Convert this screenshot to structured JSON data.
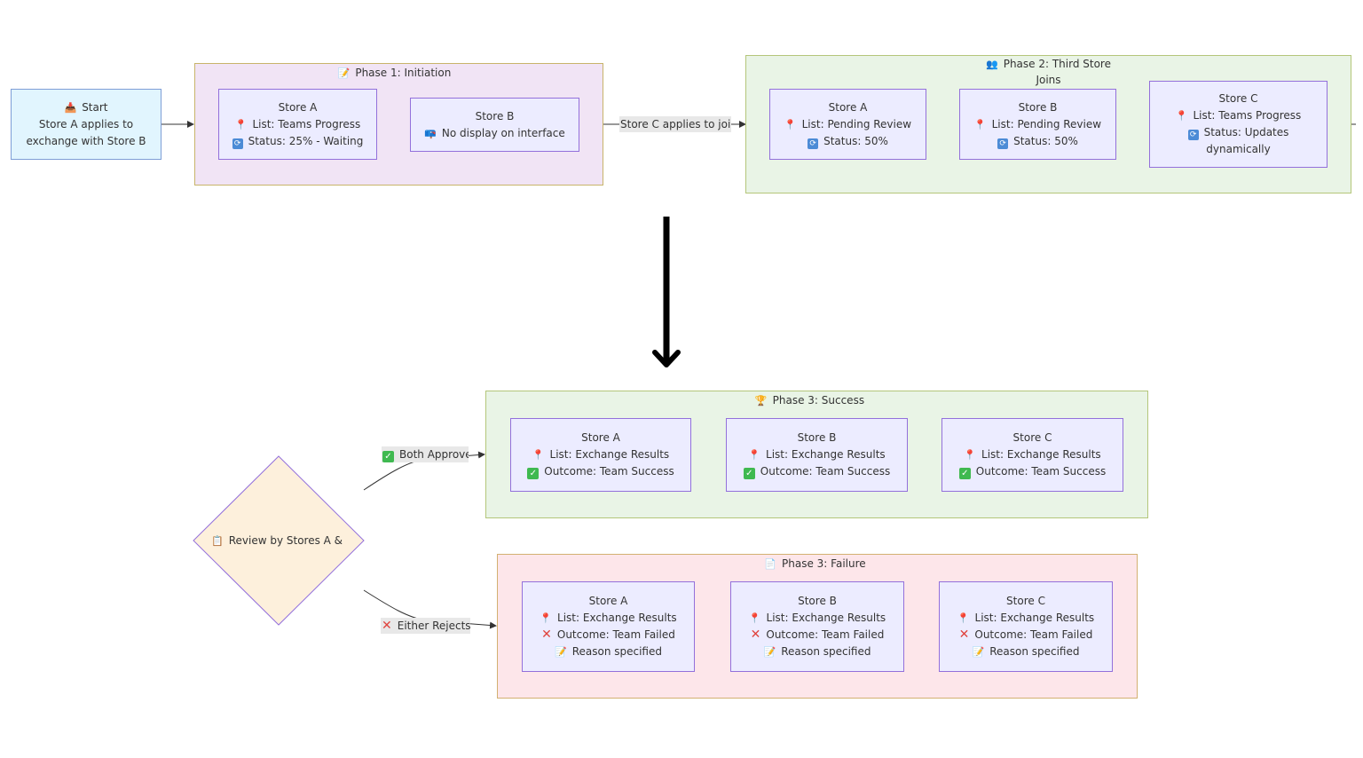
{
  "start": {
    "icon": "inbox-tray-icon",
    "title": "Start",
    "lines": [
      "Store A applies to",
      "exchange with Store B"
    ]
  },
  "phase1": {
    "icon": "memo-icon",
    "title": "Phase 1: Initiation",
    "store_a": {
      "title": "Store A",
      "list": "List: Teams Progress",
      "status": "Status: 25% - Waiting"
    },
    "store_b": {
      "title": "Store B",
      "note": "No display on interface"
    }
  },
  "edge_join": "Store C applies to join",
  "phase2": {
    "icon": "people-icon",
    "title_lines": [
      "Phase 2: Third Store",
      "Joins"
    ],
    "store_a": {
      "title": "Store A",
      "list": "List: Pending Review",
      "status": "Status: 50%"
    },
    "store_b": {
      "title": "Store B",
      "list": "List: Pending Review",
      "status": "Status: 50%"
    },
    "store_c": {
      "title": "Store C",
      "list": "List: Teams Progress",
      "status_lines": [
        "Status: Updates",
        "dynamically"
      ]
    }
  },
  "review": {
    "icon": "clipboard-icon",
    "label": "Review by Stores A & B"
  },
  "edge_approve": "Both Approve",
  "edge_reject": "Either Rejects",
  "phase3_success": {
    "icon": "trophy-icon",
    "title": "Phase 3: Success",
    "stores": [
      {
        "title": "Store A",
        "list": "List: Exchange Results",
        "outcome": "Outcome: Team Success"
      },
      {
        "title": "Store B",
        "list": "List: Exchange Results",
        "outcome": "Outcome: Team Success"
      },
      {
        "title": "Store C",
        "list": "List: Exchange Results",
        "outcome": "Outcome: Team Success"
      }
    ]
  },
  "phase3_failure": {
    "icon": "document-icon",
    "title": "Phase 3: Failure",
    "stores": [
      {
        "title": "Store A",
        "list": "List: Exchange Results",
        "outcome": "Outcome: Team Failed",
        "reason": "Reason specified"
      },
      {
        "title": "Store B",
        "list": "List: Exchange Results",
        "outcome": "Outcome: Team Failed",
        "reason": "Reason specified"
      },
      {
        "title": "Store C",
        "list": "List: Exchange Results",
        "outcome": "Outcome: Team Failed",
        "reason": "Reason specified"
      }
    ]
  },
  "colors": {
    "node_fill": "#ececff",
    "node_border": "#9370db",
    "start_fill": "#e1f5fe",
    "phase1_fill": "#f1e4f5",
    "success_fill": "#e9f4e6",
    "failure_fill": "#fde6ea",
    "review_fill": "#fdf0dc"
  }
}
